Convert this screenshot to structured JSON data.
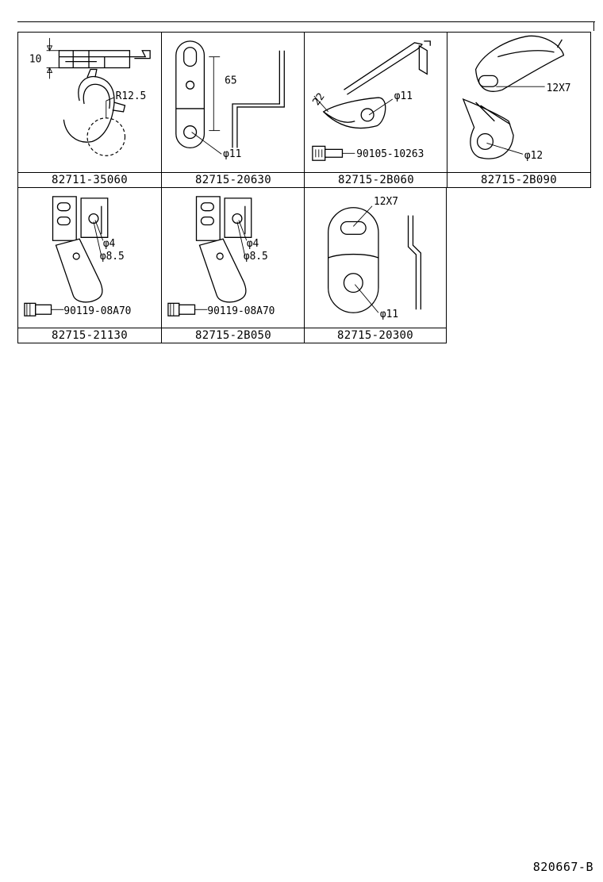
{
  "parts": [
    {
      "part_number": "82711-35060",
      "callouts": {
        "height": "10",
        "radius": "R12.5"
      }
    },
    {
      "part_number": "82715-20630",
      "callouts": {
        "length": "65",
        "hole": "φ11"
      }
    },
    {
      "part_number": "82715-2B060",
      "callouts": {
        "width": "22",
        "hole": "φ11",
        "bolt": "90105-10263"
      }
    },
    {
      "part_number": "82715-2B090",
      "callouts": {
        "slot": "12X7",
        "hole": "φ12"
      }
    },
    {
      "part_number": "82715-21130",
      "callouts": {
        "small_hole": "φ4",
        "hole": "φ8.5",
        "bolt": "90119-08A70"
      }
    },
    {
      "part_number": "82715-2B050",
      "callouts": {
        "small_hole": "φ4",
        "hole": "φ8.5",
        "bolt": "90119-08A70"
      }
    },
    {
      "part_number": "82715-20300",
      "callouts": {
        "slot": "12X7",
        "hole": "φ11"
      }
    }
  ],
  "diagram_id": "820667-B"
}
